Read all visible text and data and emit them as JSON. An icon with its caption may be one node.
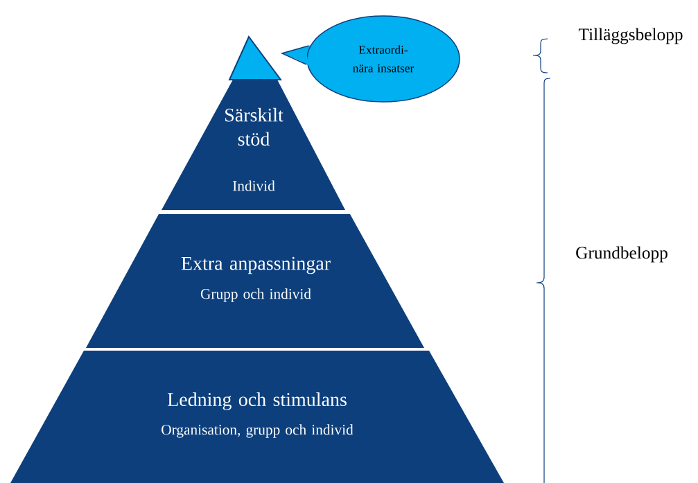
{
  "diagram": {
    "nodes": [
      {
        "text": [],
        "shape": "triangle"
      },
      {
        "text": [
          "Extraordi- nära insatser"
        ]
      },
      {
        "text": [
          "Särskilt stöd",
          "Individ"
        ]
      },
      {
        "text": [
          "Extra anpassningar",
          "Grupp och individ"
        ]
      },
      {
        "text": [
          "Ledning och stimulans",
          "Organisation, grupp och individ"
        ]
      }
    ],
    "edges": [],
    "labels": [
      "Tilläggsbelopp",
      "Grundbelopp"
    ]
  }
}
